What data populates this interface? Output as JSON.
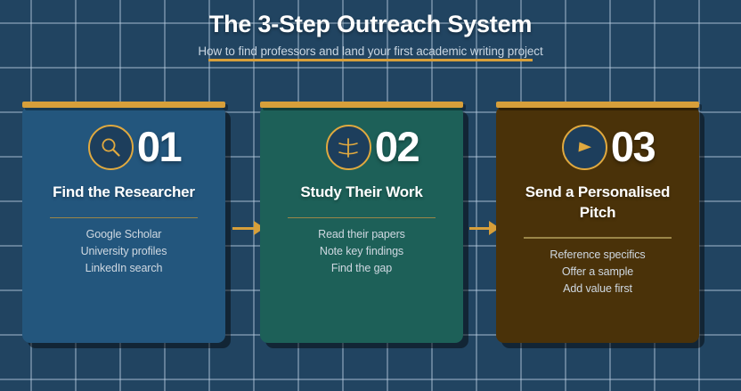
{
  "header": {
    "title": "The 3-Step Outreach System",
    "subtitle": "How to find professors and land your first academic writing project"
  },
  "colors": {
    "background": "#214461",
    "grid_line": "#bed2e4",
    "accent_gold": "#d79f3a",
    "card_1_bg": "#23567d",
    "card_2_bg": "#1d6058",
    "card_3_bg": "#4a3209",
    "icon_circle_bg": "#1d3e5c",
    "title_text": "#ffffff",
    "body_text": "#cfd8e1",
    "divider": "#9b8648"
  },
  "steps": [
    {
      "number": "01",
      "icon": "magnifier-icon",
      "title": "Find the Researcher",
      "bullets": [
        "Google Scholar",
        "University profiles",
        "LinkedIn search"
      ]
    },
    {
      "number": "02",
      "icon": "balance-scale-icon",
      "title": "Study Their Work",
      "bullets": [
        "Read their papers",
        "Note key findings",
        "Find the gap"
      ]
    },
    {
      "number": "03",
      "icon": "send-arrow-icon",
      "title": "Send a Personalised Pitch",
      "bullets": [
        "Reference specifics",
        "Offer a sample",
        "Add value first"
      ]
    }
  ],
  "connectors": [
    {
      "name": "arrow-step1-to-step2"
    },
    {
      "name": "arrow-step2-to-step3"
    }
  ]
}
